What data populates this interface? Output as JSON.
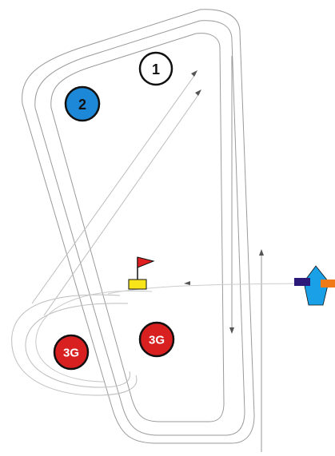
{
  "marks": {
    "mark1": {
      "label": "1",
      "fill": "#ffffff",
      "text_color": "#111111"
    },
    "mark2": {
      "label": "2",
      "fill": "#1e88d8",
      "text_color": "#111111"
    },
    "gate_left": {
      "label": "3G",
      "fill": "#d82020",
      "text_color": "#ffffff"
    },
    "gate_right": {
      "label": "3G",
      "fill": "#d82020",
      "text_color": "#ffffff"
    }
  },
  "start_flag": {
    "flag_color": "#e02020",
    "base_color": "#f7e51a"
  },
  "committee_boat": {
    "hull_color": "#1aa0e6",
    "left_flag_color": "#2b1a7a",
    "right_flag_color": "#f07a18"
  },
  "colors": {
    "outline": "#111111",
    "track_dark": "#9a9a9a",
    "track_light": "#bdbdbd"
  }
}
